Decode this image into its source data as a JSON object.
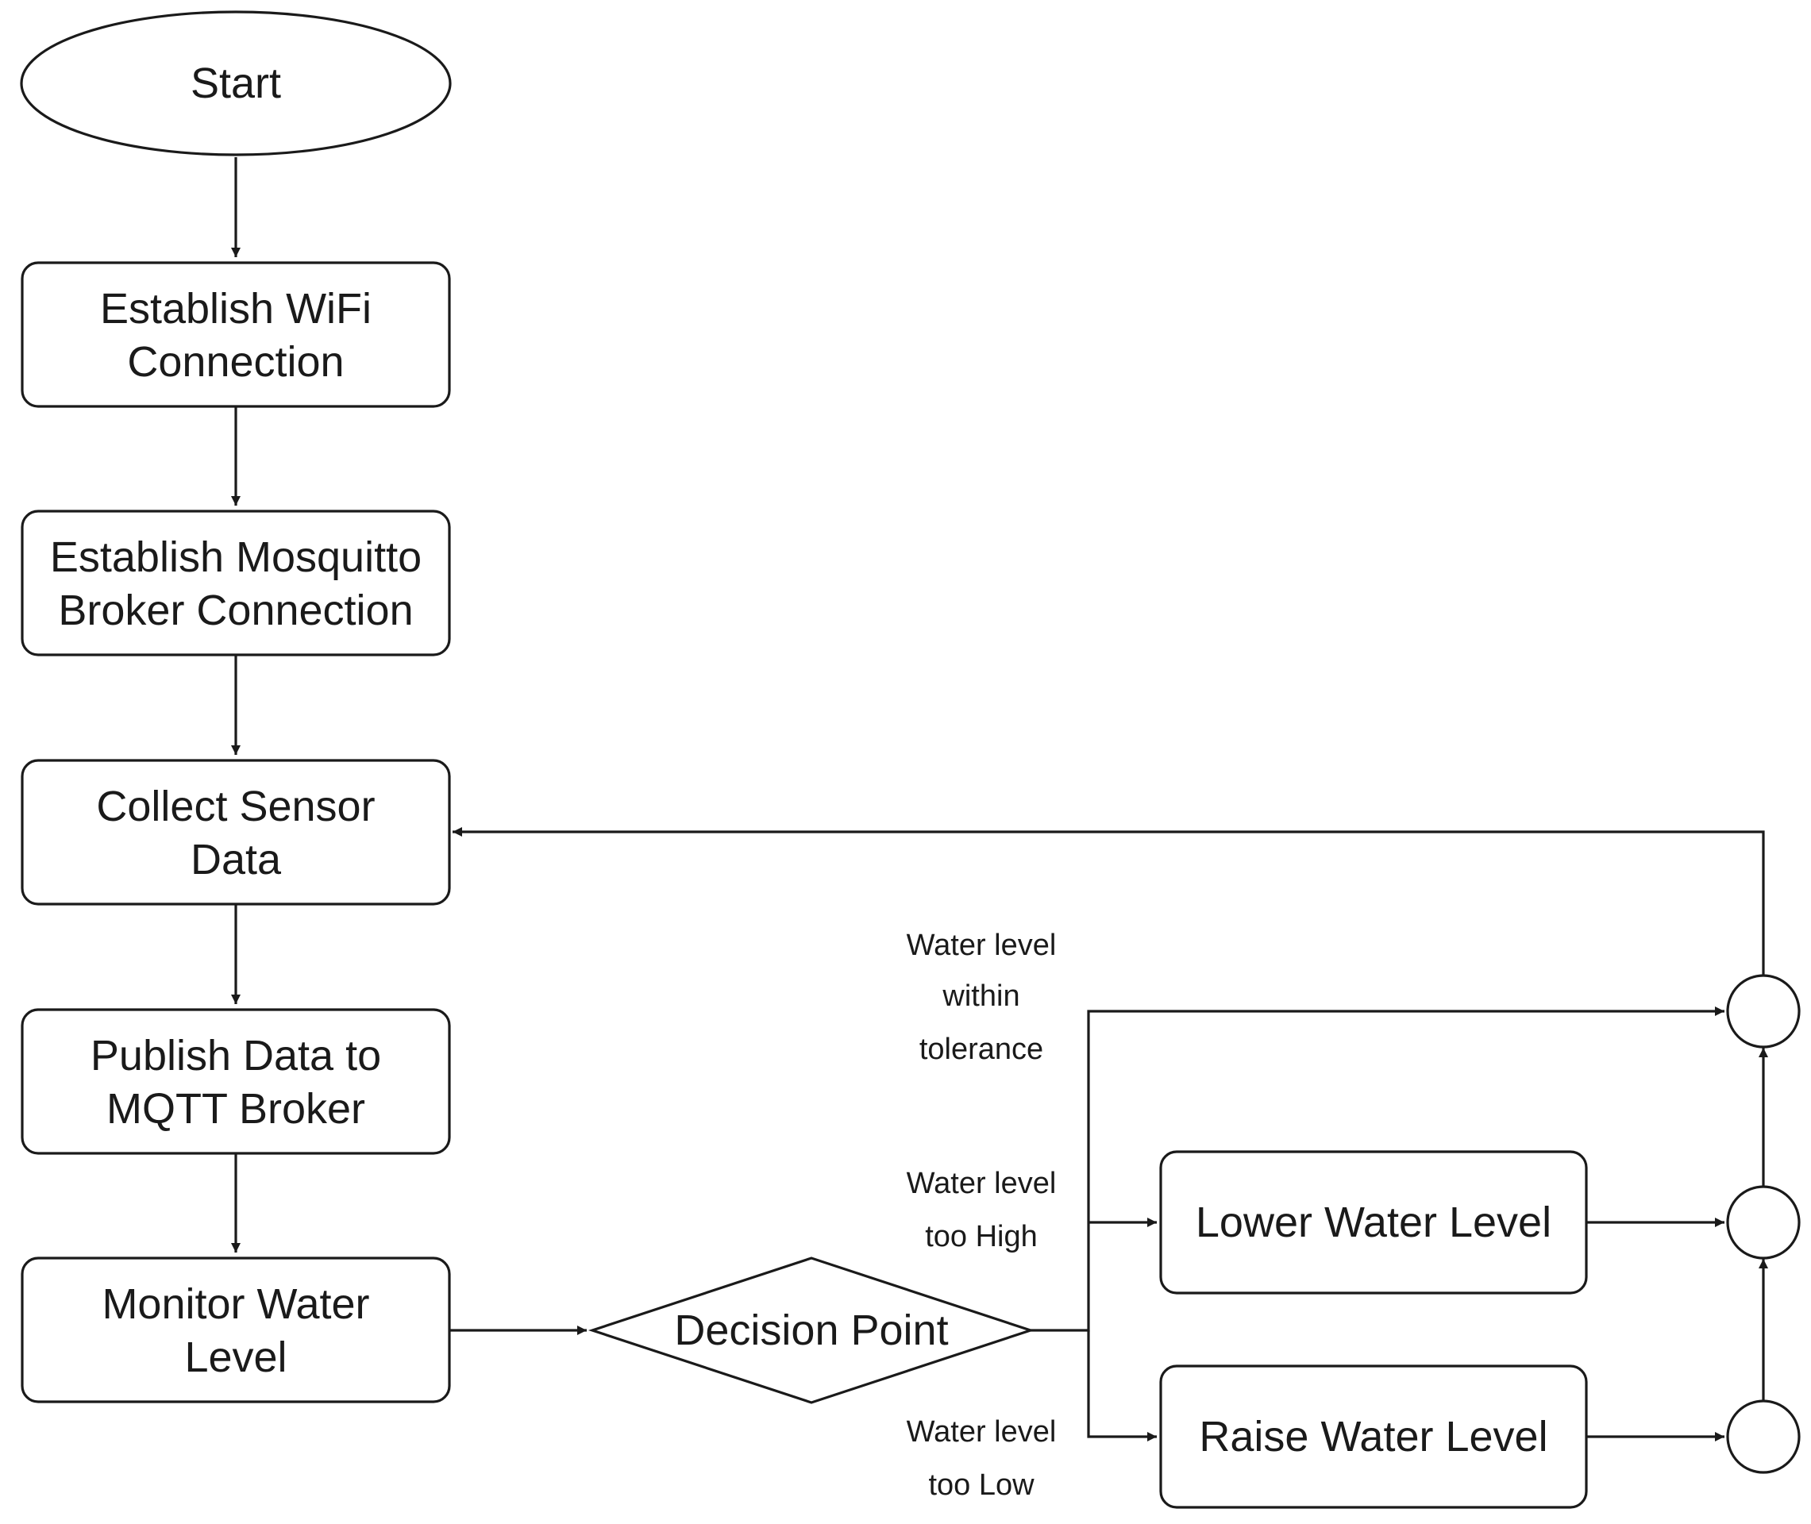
{
  "nodes": {
    "start": "Start",
    "wifi": [
      "Establish WiFi",
      "Connection"
    ],
    "broker": [
      "Establish Mosquitto",
      "Broker Connection"
    ],
    "collect": [
      "Collect Sensor",
      "Data"
    ],
    "publish": [
      "Publish Data to",
      "MQTT Broker"
    ],
    "monitor": [
      "Monitor Water",
      "Level"
    ],
    "decision": "Decision Point",
    "lower": "Lower Water Level",
    "raise": "Raise Water Level"
  },
  "edge_labels": {
    "within": [
      "Water level",
      "within",
      "tolerance"
    ],
    "high": [
      "Water level",
      "too High"
    ],
    "low": [
      "Water level",
      "too Low"
    ]
  }
}
